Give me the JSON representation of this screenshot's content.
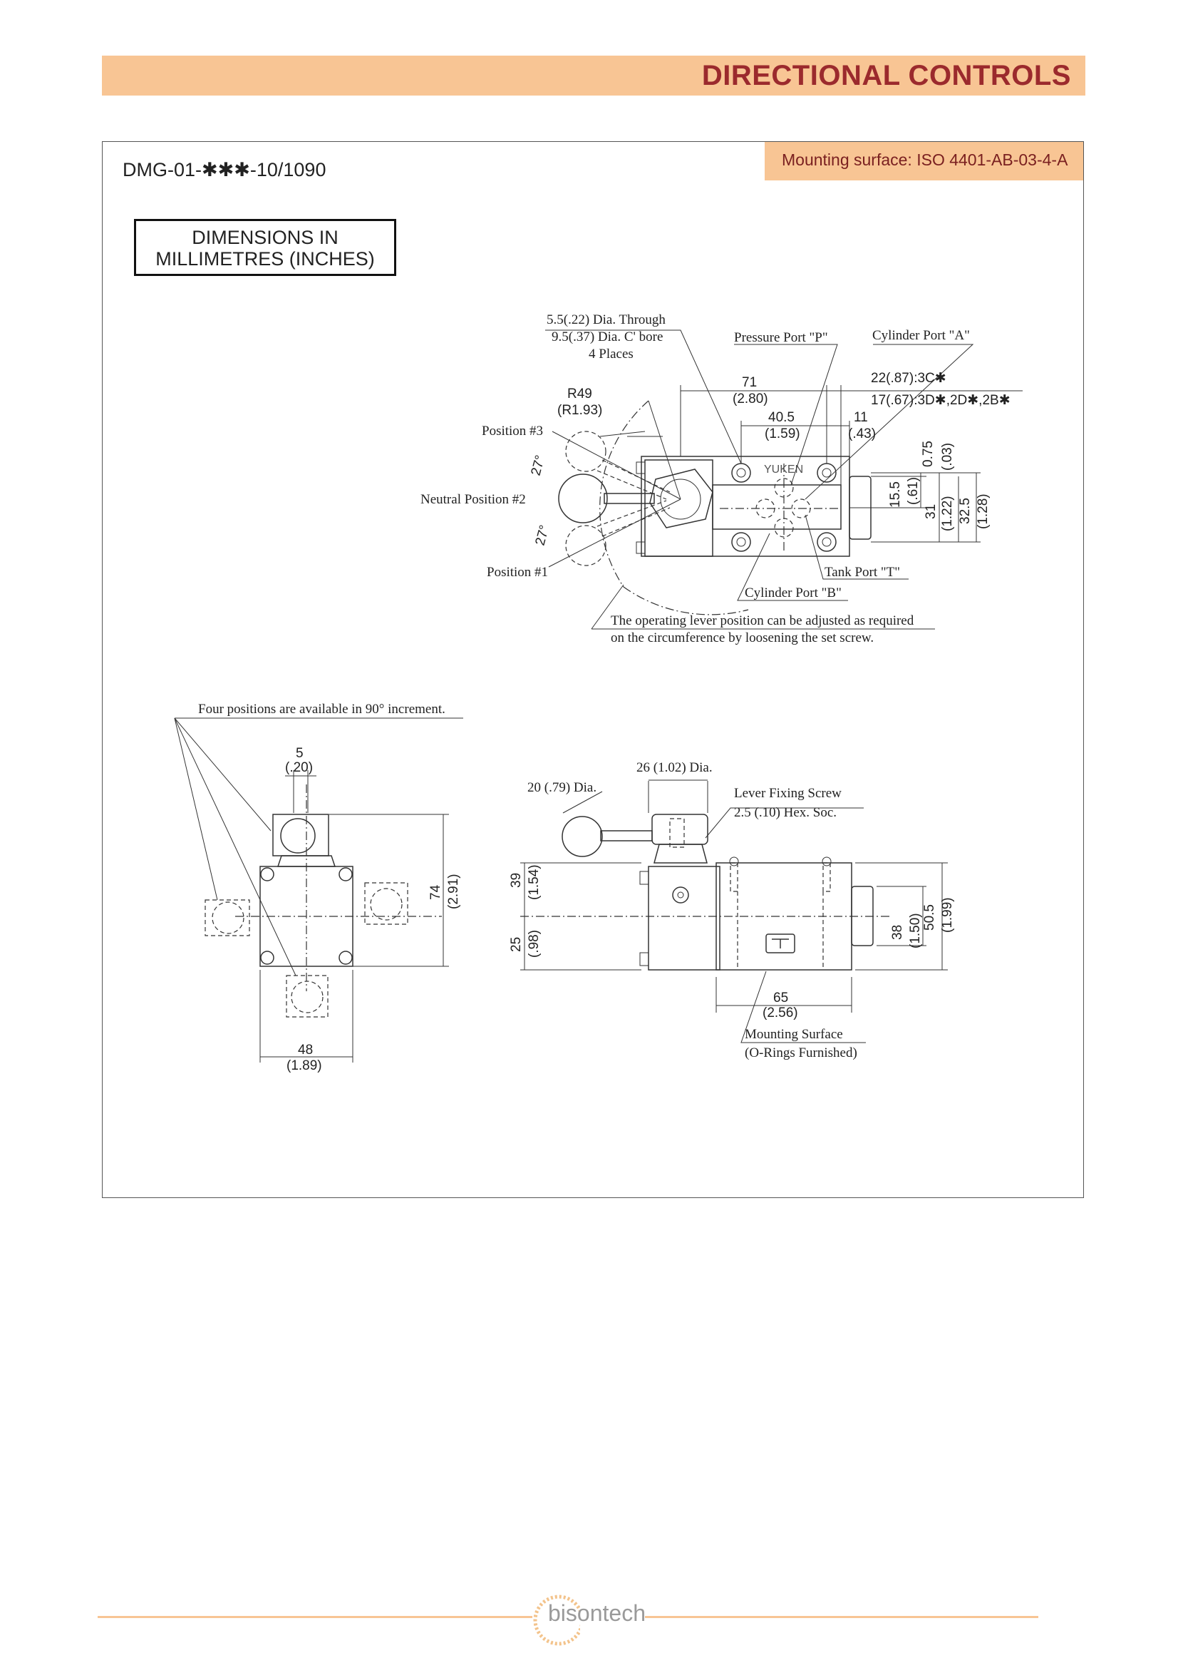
{
  "header": {
    "title": "DIRECTIONAL CONTROLS"
  },
  "frame": {
    "model": "DMG-01-✱✱✱-10/1090",
    "mounting_surface": "Mounting surface: ISO 4401-AB-03-4-A",
    "dim_box_line1": "DIMENSIONS IN",
    "dim_box_line2": "MILLIMETRES (INCHES)"
  },
  "top_view": {
    "hole_note_1": "5.5(.22) Dia. Through",
    "hole_note_2": "9.5(.37) Dia. C' bore",
    "hole_note_3": "4 Places",
    "pressure_port": "Pressure Port \"P\"",
    "cylinder_port_a": "Cylinder Port \"A\"",
    "r49": "R49",
    "r49_in": "(R1.93)",
    "d71": "71",
    "d71_in": "(2.80)",
    "d22": "22(.87):3C✱",
    "d17": "17(.67):3D✱,2D✱,2B✱",
    "d40_5": "40.5",
    "d40_5_in": "(1.59)",
    "d11": "11",
    "d11_in": "(.43)",
    "position3": "Position #3",
    "neutral": "Neutral Position #2",
    "position1": "Position #1",
    "angle_top": "27°",
    "angle_bot": "27°",
    "brand": "YUKEN",
    "d0_75": "0.75",
    "d0_75_in": "(.03)",
    "d15_5": "15.5",
    "d15_5_in": "(.61)",
    "d31": "31",
    "d31_in": "(1.22)",
    "d32_5": "32.5",
    "d32_5_in": "(1.28)",
    "tank_port": "Tank Port \"T\"",
    "cylinder_port_b": "Cylinder Port \"B\"",
    "lever_note_1": "The operating lever position can be adjusted as required",
    "lever_note_2": "on the circumference by loosening the set screw."
  },
  "front_view": {
    "four_positions": "Four positions are available in 90° increment.",
    "d5": "5",
    "d5_in": "(.20)",
    "d74": "74",
    "d74_in": "(2.91)",
    "d48": "48",
    "d48_in": "(1.89)"
  },
  "side_view": {
    "d26": "26 (1.02) Dia.",
    "d20": "20 (.79) Dia.",
    "lever_screw": "Lever Fixing Screw",
    "hex_soc": "2.5 (.10) Hex. Soc.",
    "d39": "39",
    "d39_in": "(1.54)",
    "d25": "25",
    "d25_in": "(.98)",
    "d38": "38",
    "d38_in": "(1.50)",
    "d50_5": "50.5",
    "d50_5_in": "(1.99)",
    "d65": "65",
    "d65_in": "(2.56)",
    "mount_surface": "Mounting Surface",
    "o_rings": "(O-Rings Furnished)"
  },
  "footer": {
    "logo": "bisontech"
  }
}
